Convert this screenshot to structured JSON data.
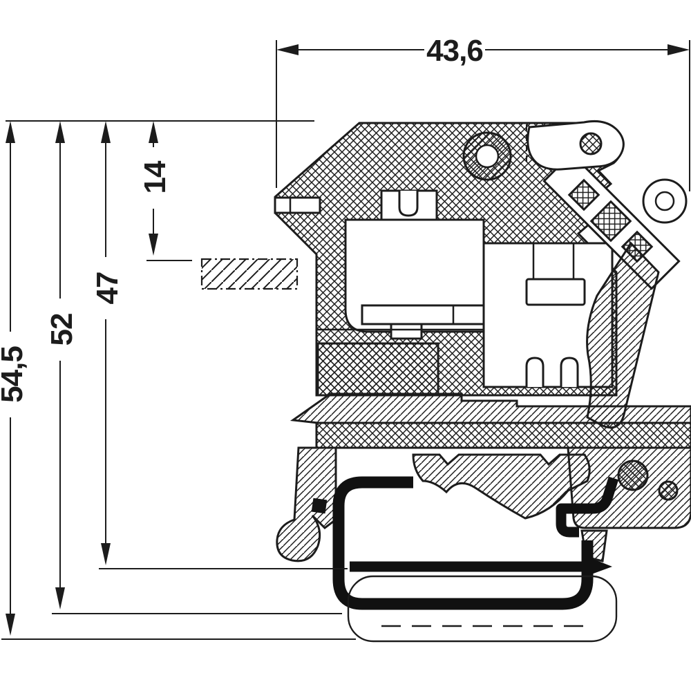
{
  "meta": {
    "background": "#ffffff",
    "ink": "#1c1c1c"
  },
  "drawing": {
    "kind": "dimensioned cross-section drawing",
    "dimensions": {
      "top": {
        "label": "43,6",
        "orientation": "horizontal"
      },
      "left": [
        {
          "id": "h14",
          "label": "14",
          "orientation": "vertical"
        },
        {
          "id": "h47",
          "label": "47",
          "orientation": "vertical"
        },
        {
          "id": "h52",
          "label": "52",
          "orientation": "vertical"
        },
        {
          "id": "h545",
          "label": "54,5",
          "orientation": "vertical"
        }
      ]
    }
  }
}
